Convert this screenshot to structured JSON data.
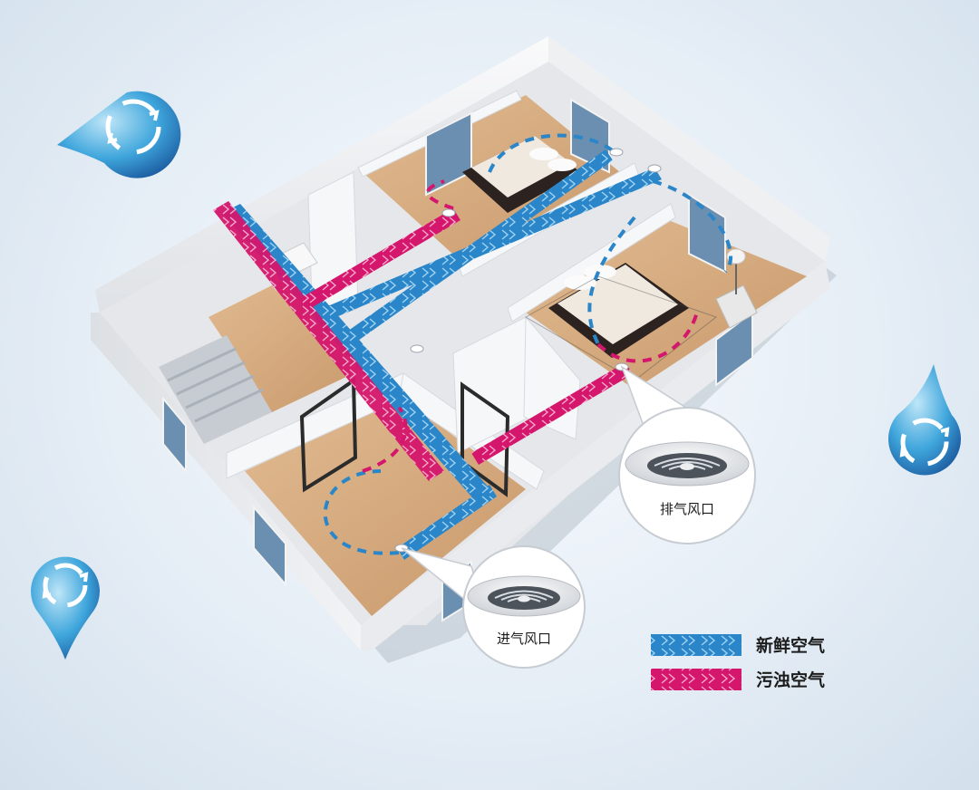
{
  "callouts": {
    "exhaust_vent_label": "排气风口",
    "supply_vent_label": "进气风口"
  },
  "legend": {
    "items": [
      {
        "label": "新鲜空气",
        "color": "#2a86c8"
      },
      {
        "label": "污浊空气",
        "color": "#d4166c"
      }
    ]
  },
  "colors": {
    "fresh_air": "#2a86c8",
    "stale_air": "#d4166c",
    "floor_wood": "#d6ab80",
    "wall": "#f4f4f6",
    "background": "#e6eef6"
  },
  "icons": [
    "water-drop-recycle-icon",
    "water-drop-recycle-icon",
    "water-drop-recycle-icon"
  ]
}
